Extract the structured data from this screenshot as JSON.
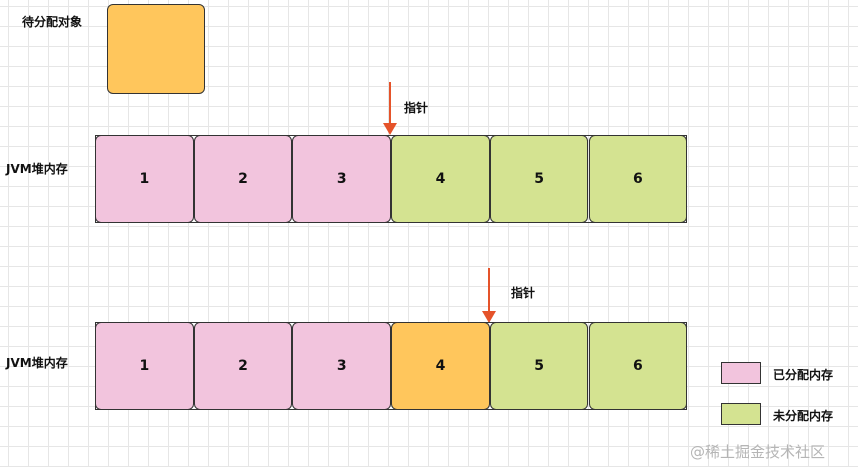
{
  "pending_object": {
    "label": "待分配对象",
    "color": "#ffc65c"
  },
  "heap_label": "JVM堆内存",
  "pointer_label": "指针",
  "colors": {
    "allocated": "#f2c4dd",
    "unallocated": "#d4e391",
    "object": "#ffc65c",
    "pointer": "#e5532a"
  },
  "rows": [
    {
      "cells": [
        {
          "label": "1",
          "state": "allocated"
        },
        {
          "label": "2",
          "state": "allocated"
        },
        {
          "label": "3",
          "state": "allocated"
        },
        {
          "label": "4",
          "state": "unallocated"
        },
        {
          "label": "5",
          "state": "unallocated"
        },
        {
          "label": "6",
          "state": "unallocated"
        }
      ],
      "pointer_after_cell": 3
    },
    {
      "cells": [
        {
          "label": "1",
          "state": "allocated"
        },
        {
          "label": "2",
          "state": "allocated"
        },
        {
          "label": "3",
          "state": "allocated"
        },
        {
          "label": "4",
          "state": "object"
        },
        {
          "label": "5",
          "state": "unallocated"
        },
        {
          "label": "6",
          "state": "unallocated"
        }
      ],
      "pointer_after_cell": 4
    }
  ],
  "legend": [
    {
      "label": "已分配内存",
      "state": "allocated"
    },
    {
      "label": "未分配内存",
      "state": "unallocated"
    }
  ],
  "watermark": "@稀土掘金技术社区"
}
